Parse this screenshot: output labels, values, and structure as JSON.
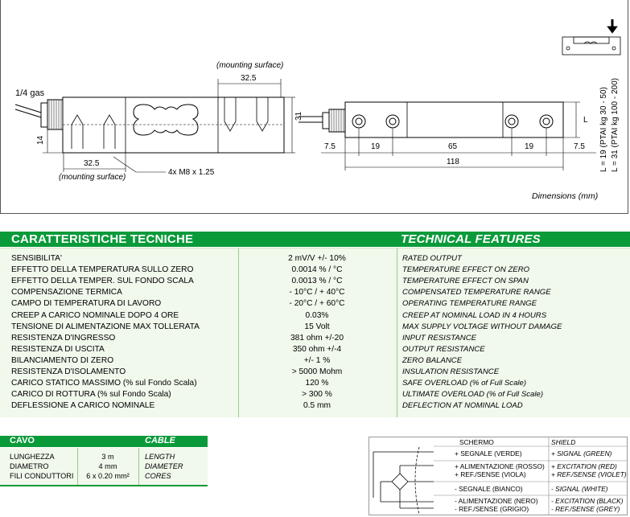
{
  "drawing": {
    "gas_label": "1/4 gas",
    "mounting_top_label": "(mounting surface)",
    "mounting_bottom_label": "(mounting surface)",
    "dim_325_top": "32.5",
    "dim_325_bottom": "32.5",
    "dim_31_left": "31",
    "dim_14": "14",
    "thread_label": "4x M8 x 1.25",
    "dim_75_left": "7.5",
    "dim_19_left": "19",
    "dim_65": "65",
    "dim_19_right": "19",
    "dim_75_right": "7.5",
    "dim_118": "118",
    "dim_L": "L",
    "L_note_1": "L = 19 (PTAI kg 30 - 50)",
    "L_note_2": "L = 31 (PTAI kg 100 - 200)",
    "units_label": "Dimensions (mm)"
  },
  "banner": {
    "left_title": "CARATTERISTICHE TECNICHE",
    "right_title": "TECHNICAL FEATURES"
  },
  "specs": [
    {
      "it": "SENSIBILITA'",
      "value": "2 mV/V  +/- 10%",
      "en": "RATED OUTPUT"
    },
    {
      "it": "EFFETTO DELLA TEMPERATURA SULLO ZERO",
      "value": "0.0014 % / °C",
      "en": "TEMPERATURE EFFECT ON ZERO"
    },
    {
      "it": "EFFETTO DELLA TEMPER. SUL FONDO SCALA",
      "value": "0.0013 % / °C",
      "en": "TEMPERATURE EFFECT ON SPAN"
    },
    {
      "it": "COMPENSAZIONE TERMICA",
      "value": "- 10°C / + 40°C",
      "en": "COMPENSATED TEMPERATURE RANGE"
    },
    {
      "it": "CAMPO DI TEMPERATURA DI LAVORO",
      "value": "- 20°C / + 60°C",
      "en": "OPERATING TEMPERATURE RANGE"
    },
    {
      "it": "CREEP A CARICO NOMINALE DOPO 4 ORE",
      "value": "0.03%",
      "en": "CREEP AT NOMINAL LOAD IN 4 HOURS"
    },
    {
      "it": "TENSIONE DI ALIMENTAZIONE MAX TOLLERATA",
      "value": "15 Volt",
      "en": "MAX SUPPLY VOLTAGE WITHOUT DAMAGE"
    },
    {
      "it": "RESISTENZA D'INGRESSO",
      "value": "381 ohm +/-20",
      "en": "INPUT RESISTANCE"
    },
    {
      "it": "RESISTENZA DI USCITA",
      "value": "350 ohm +/-4",
      "en": "OUTPUT RESISTANCE"
    },
    {
      "it": "BILANCIAMENTO DI ZERO",
      "value": "+/- 1 %",
      "en": "ZERO BALANCE"
    },
    {
      "it": "RESISTENZA D'ISOLAMENTO",
      "value": "> 5000 Mohm",
      "en": "INSULATION RESISTANCE"
    },
    {
      "it": "CARICO STATICO MASSIMO (% sul Fondo Scala)",
      "value": "120 %",
      "en": "SAFE OVERLOAD (% of Full Scale)"
    },
    {
      "it": "CARICO DI ROTTURA (% sul Fondo Scala)",
      "value": "> 300 %",
      "en": "ULTIMATE OVERLOAD (% of Full Scale)"
    },
    {
      "it": "DEFLESSIONE A CARICO NOMINALE",
      "value": "0.5 mm",
      "en": "DEFLECTION AT NOMINAL LOAD"
    }
  ],
  "cable": {
    "title_it": "CAVO",
    "title_en": "CABLE",
    "rows": [
      {
        "it": "LUNGHEZZA",
        "value": "3 m",
        "en": "LENGTH"
      },
      {
        "it": "DIAMETRO",
        "value": "4 mm",
        "en": "DIAMETER"
      },
      {
        "it": "FILI CONDUTTORI",
        "value": "6 x 0.20 mm²",
        "en": "CORES"
      }
    ]
  },
  "wiring": {
    "header_it": "SCHERMO",
    "header_en": "SHIELD",
    "rows": [
      {
        "it": "+ SEGNALE (VERDE)",
        "en": "+ SIGNAL (GREEN)"
      },
      {
        "it": "+ ALIMENTAZIONE (ROSSO)",
        "it2": "+ REF./SENSE (VIOLA)",
        "en": "+ EXCITATION (RED)",
        "en2": "+ REF./SENSE (VIOLET)"
      },
      {
        "it": "- SEGNALE (BIANCO)",
        "en": "- SIGNAL (WHITE)"
      },
      {
        "it": "- ALIMENTAZIONE (NERO)",
        "it2": "- REF./SENSE (GRIGIO)",
        "en": "- EXCITATION (BLACK)",
        "en2": "- REF./SENSE (GREY)"
      }
    ]
  }
}
